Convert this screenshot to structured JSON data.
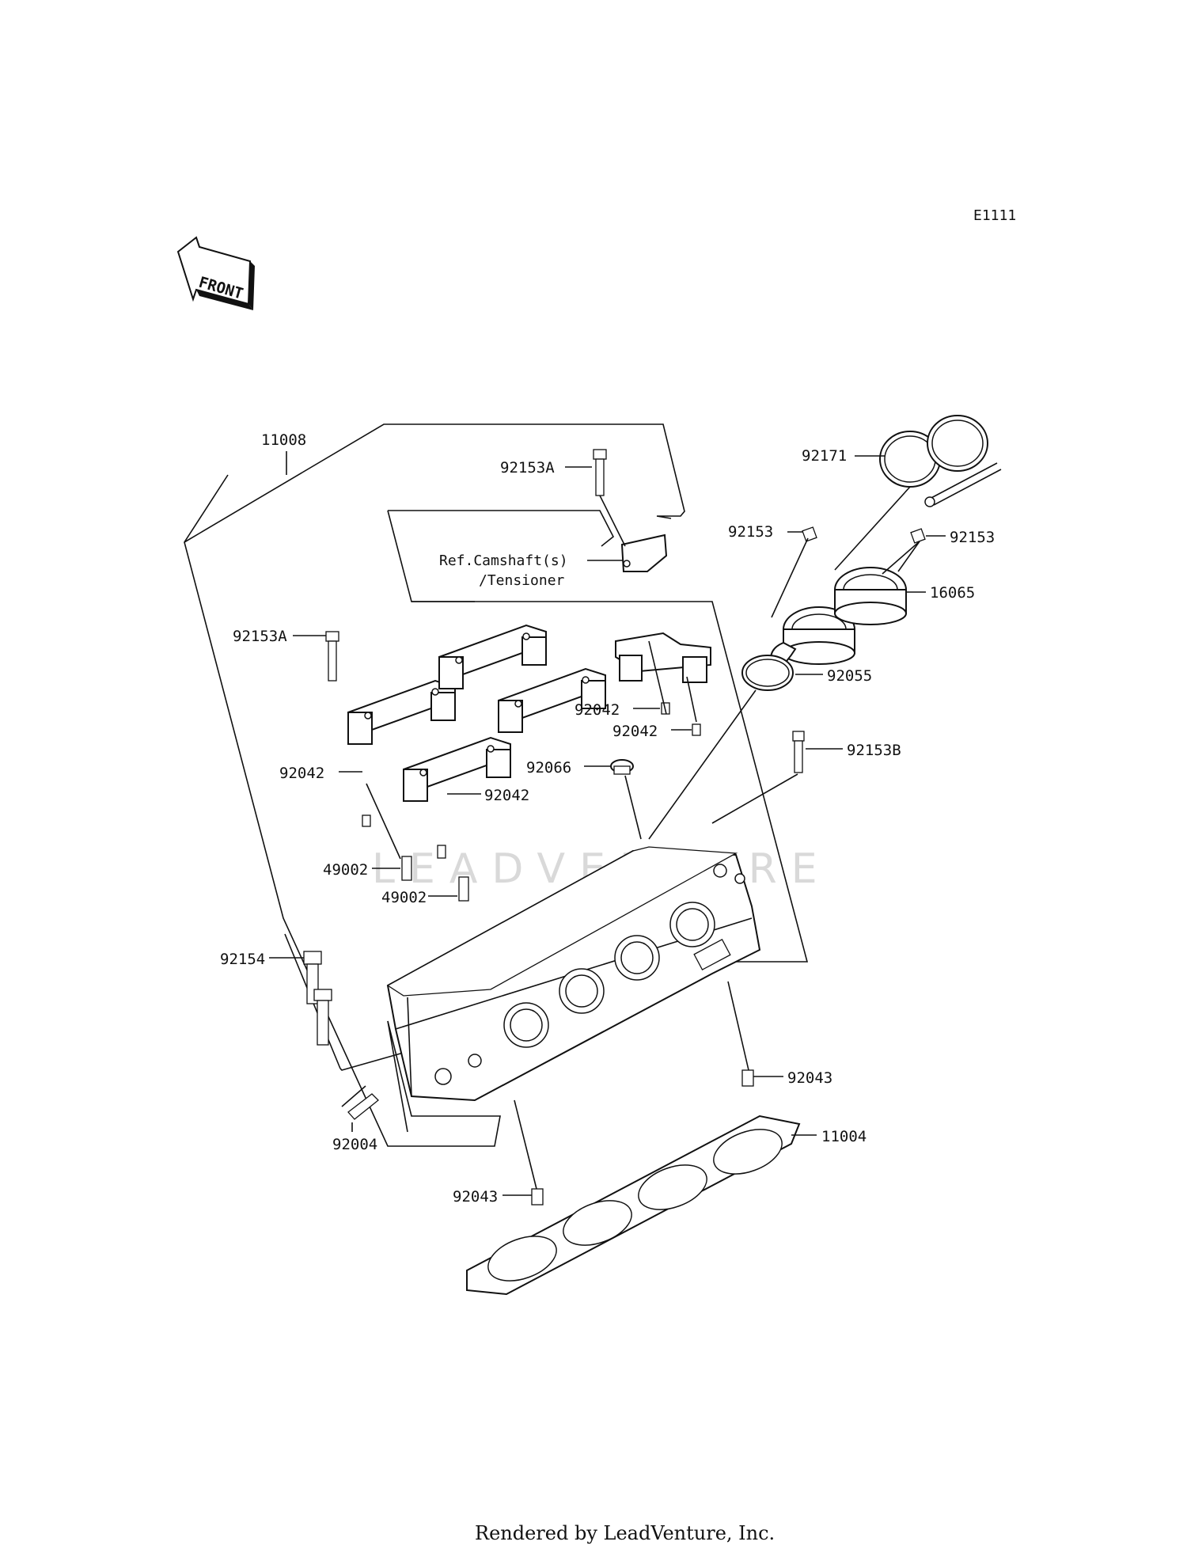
{
  "diagram_code": "E1111",
  "front_label": "FRONT",
  "watermark": "LEADVENTURE",
  "footer": "Rendered by LeadVenture, Inc.",
  "reference_note": {
    "line1": "Ref.Camshaft(s)",
    "line2": "/Tensioner"
  },
  "callouts": {
    "c11008": "11008",
    "c92153A_top": "92153A",
    "c92153A_left": "92153A",
    "c92171": "92171",
    "c92153_left": "92153",
    "c92153_right": "92153",
    "c16065": "16065",
    "c92055": "92055",
    "c92042_a": "92042",
    "c92042_b": "92042",
    "c92042_c": "92042",
    "c92042_d": "92042",
    "c92066": "92066",
    "c92153B": "92153B",
    "c49002_a": "49002",
    "c49002_b": "49002",
    "c92154": "92154",
    "c92043_a": "92043",
    "c92043_b": "92043",
    "c11004": "11004",
    "c92004": "92004"
  }
}
